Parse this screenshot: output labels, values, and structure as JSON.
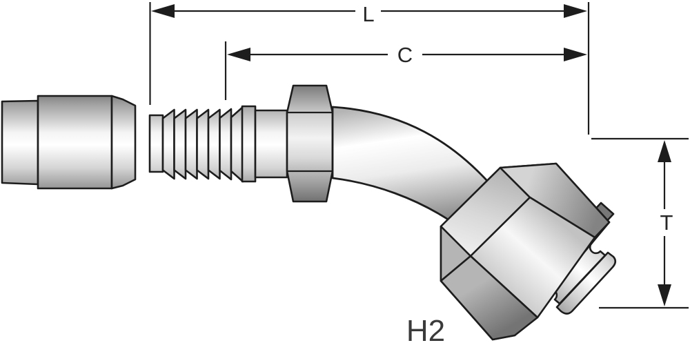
{
  "drawing": {
    "type": "technical line illustration of a 45-degree elbow hydraulic hose fitting",
    "dimension_labels": {
      "overall_length": "L",
      "cutoff_length": "C",
      "drop_height": "T"
    },
    "part_label": "H2",
    "colors": {
      "line": "#1d1d1d",
      "label_text": "#262626",
      "part_label_text": "#3a3a3a",
      "background": "#ffffff"
    },
    "components": [
      "ferrule-sleeve",
      "hose-barb-stem",
      "hex-nut",
      "45-degree-elbow-tube",
      "swivel-nut",
      "flange",
      "o-ring-port-end"
    ]
  }
}
